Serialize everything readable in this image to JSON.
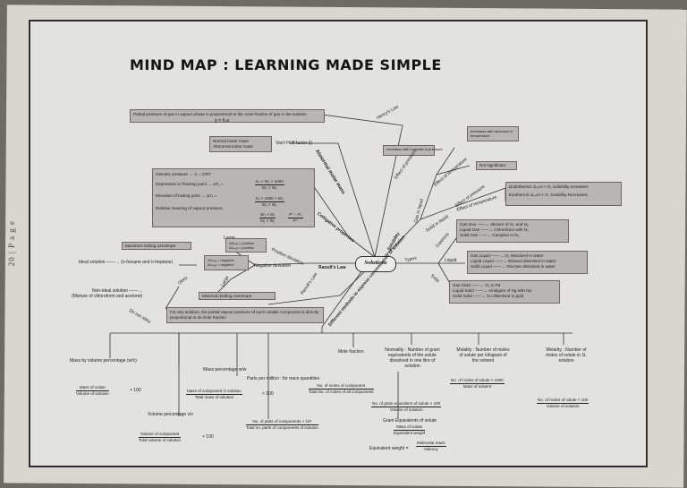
{
  "page_number": "20 | P a g e",
  "title": "MIND MAP : LEARNING MADE SIMPLE",
  "center": "Solutions",
  "top": {
    "henrys_law_box": "Partial pressure of gas in vapour phase is proportional to the mole fraction of gas in the solution",
    "henrys_law_formula": "p = Kₕx",
    "henrys_law_label": "Henry's Law",
    "normal_molar_mass": "Normal molar mass",
    "abnormal_molar_mass": "Abnormal molar mass",
    "vant_hoff_label": "Van't Hoff factor (i)",
    "abnormal_branch": "Abnormal molar mass",
    "increase_with_pressure": "Increases with increase in pressure",
    "effect_of_pressure": "Effect of pressure",
    "decreases_with_temp": "Increases with decrease in temperature",
    "effect_of_temperature": "Effect of temperature",
    "not_significant": "Not significant",
    "effect_of_pressure_2": "Effect of pressure",
    "gas_in_liquid": "Gas in liquid",
    "solubility": "Solubility",
    "solid_in_liquid": "Solid in liquid",
    "endothermic": "Endothermic ΔₛₒₗH > O, Solubility Increases",
    "exothermic": "Exothermic ΔₛₒₗH < O, Solubility Decreases",
    "effect_of_temperature_2": "Effect of temperature"
  },
  "colligative": {
    "label": "Colligative properties",
    "osmotic": "Osmotic pressure → π = iCRT",
    "depression": "Depression in freezing point → ΔTₓ =",
    "depression_num": "Kₓ × W₂ × 1000",
    "depression_den": "M₂ × W₁",
    "elevation": "Elevation of boiling point → ΔTₓ =",
    "elevation_num": "Kₓ × 1000 × W₂",
    "elevation_den": "M₂ × W₁",
    "relative": "Relative lowering of vapour pressure",
    "relative_eq_num": "W₂ × M₁",
    "relative_eq_den": "M₂ × W₁",
    "relative_eq2_num": "P° − Pₛ",
    "relative_eq2_den": "P°"
  },
  "left": {
    "large": "Large",
    "dh_positive": "ΔHₘᵢₓ = positive",
    "dv_positive": "ΔVₘᵢₓ = positive",
    "max_bp": "Maximum boiling azeotrope",
    "ideal_solution": "Ideal solution ——→ (n-hexane and n-heptane)",
    "positive_deviation": "Positive deviation",
    "dh_negative": "ΔHₘᵢₓ = negative",
    "dv_negative": "ΔVₘᵢₓ = negative",
    "negative_deviation": "Negative deviation",
    "non_ideal": "Non-ideal solution ——→",
    "non_ideal_ex": "(Mixture of chloroform and acetone)",
    "min_bp": "Minimum boiling Azeotrope",
    "obey": "Obey",
    "do_not_obey": "Do not obey",
    "raoults_law": "Raoult's Law",
    "raoults_box": "For any solution, the partial vapour pressure of each volatile component is directly proportional to its mole fraction",
    "large2": "Large",
    "raoults_branch": "Raoult's Law"
  },
  "right": {
    "types": "Types",
    "gaseous": "Gaseous",
    "liquid": "Liquid",
    "solid": "Solid",
    "gaseous_box": [
      "Gas     Gas ——→ Mixture of O₂ and N₂",
      "Liquid  Gas ——→ Chloroform with N₂",
      "Solid   Gas ——→ Camphor in N₂"
    ],
    "liquid_box": [
      "Gas     Liquid ——→ O₂ dissolved in water",
      "Liquid  Liquid ——→ Ethanol dissolved in water",
      "Solid   Liquid ——→ Glucose dissolved in water"
    ],
    "solid_box": [
      "Gas     Solid ——→ O₂ in Pd",
      "Liquid  Solid ——→ Amalgam of Hg with Na",
      "Solid   Solid ——→ Cu dissolved in gold"
    ]
  },
  "concentration": {
    "branch": "Different methods to express concentration of solution",
    "mass_by_volume": "Mass by volume percentage (w/v)",
    "mass_by_volume_num": "Mass of solute",
    "mass_by_volume_den": "Volume of solution",
    "x100": "× 100",
    "mass_percentage": "Mass percentage w/w",
    "mass_percentage_num": "Mass of component in solution",
    "mass_percentage_den": "Total mass of solution",
    "volume_percentage": "Volume percentage v/v",
    "volume_percentage_num": "Volume of component",
    "volume_percentage_den": "Total volume of solution",
    "ppm": "Parts per million : for trace quantities",
    "ppm_num": "No. of parts of components × 10⁶",
    "ppm_den": "Total no. parts of components of solution",
    "mole_fraction": "Mole fraction",
    "mole_fraction_num": "No. of moles of component",
    "mole_fraction_den": "Total No. of moles of all components",
    "normality": "Normality : Number of gram equivalents of the solute dissolved in one litre of solution",
    "normality_num": "No. of gram equivalent of solute × 100",
    "normality_den": "Volume of solution",
    "gram_eq": "Gram Equivalents of solute",
    "gram_eq_num": "Mass of solute",
    "gram_eq_den": "Equivalent weight",
    "eq_weight": "Equivalent weight =",
    "eq_weight_num": "Molecular mass",
    "eq_weight_den": "Valency",
    "molality": "Molality : Number of moles of solute per kilogram of the solvent",
    "molality_num": "No. of moles of solute × 1000",
    "molality_den": "Mass of solvent",
    "molarity": "Molarity : Number of moles of solute in 1L solution",
    "molarity_num": "No. of moles of solute × 100",
    "molarity_den": "Volume of solution"
  }
}
